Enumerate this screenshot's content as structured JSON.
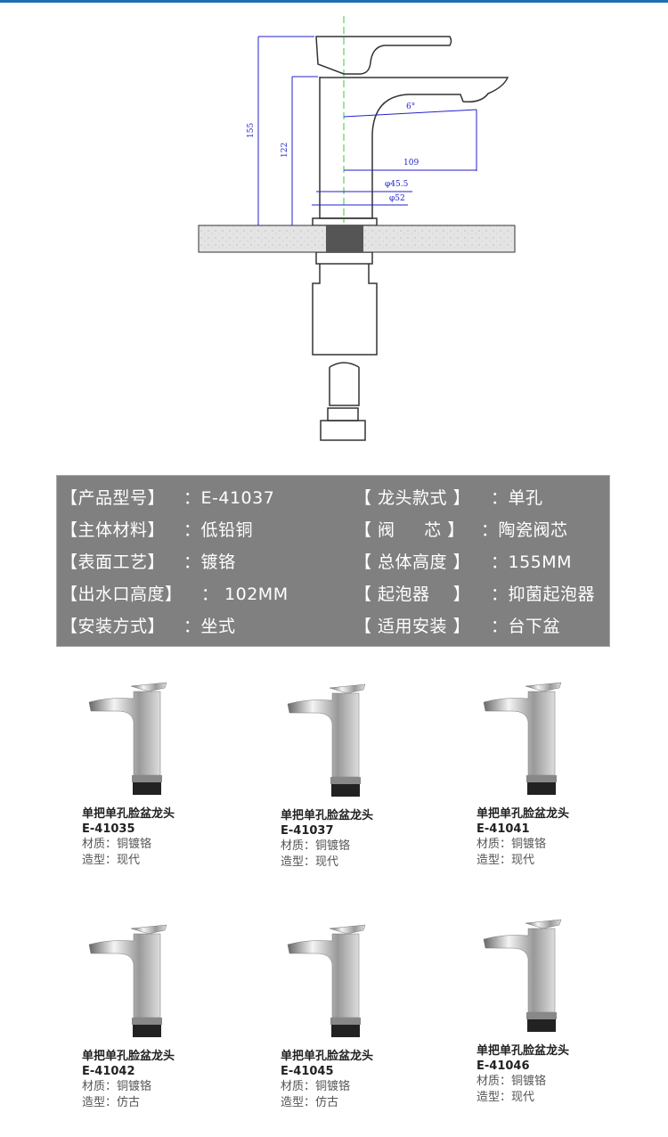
{
  "drawing": {
    "dims": [
      "155",
      "122",
      "6°",
      "109",
      "φ45.5",
      "φ52"
    ]
  },
  "specs": [
    {
      "label": "【产品型号】",
      "value": "：E-41037"
    },
    {
      "label": "【 龙头款式 】",
      "value": "：单孔"
    },
    {
      "label": "【主体材料】",
      "value": "：低铅铜"
    },
    {
      "label": "【 阀     芯 】",
      "value": "：陶瓷阀芯"
    },
    {
      "label": "【表面工艺】",
      "value": "：镀铬"
    },
    {
      "label": "【 总体高度 】",
      "value": "：155MM"
    },
    {
      "label": "【出水口高度】",
      "value": "： 102MM"
    },
    {
      "label": "【 起泡器    】",
      "value": "：抑菌起泡器"
    },
    {
      "label": "【安装方式】",
      "value": "：坐式"
    },
    {
      "label": "【 适用安装 】",
      "value": "：台下盆"
    }
  ],
  "products": [
    {
      "name": "单把单孔脸盆龙头",
      "model": "E-41035",
      "material": "材质：铜镀铬",
      "style": "造型：现代"
    },
    {
      "name": "单把单孔脸盆龙头",
      "model": "E-41037",
      "material": "材质：铜镀铬",
      "style": "造型：现代"
    },
    {
      "name": "单把单孔脸盆龙头",
      "model": "E-41041",
      "material": "材质：铜镀铬",
      "style": "造型：现代"
    },
    {
      "name": "单把单孔脸盆龙头",
      "model": "E-41042",
      "material": "材质：铜镀铬",
      "style": "造型：仿古"
    },
    {
      "name": "单把单孔脸盆龙头",
      "model": "E-41045",
      "material": "材质：铜镀铬",
      "style": "造型：仿古"
    },
    {
      "name": "单把单孔脸盆龙头",
      "model": "E-41046",
      "material": "材质：铜镀铬",
      "style": "造型：现代"
    }
  ]
}
